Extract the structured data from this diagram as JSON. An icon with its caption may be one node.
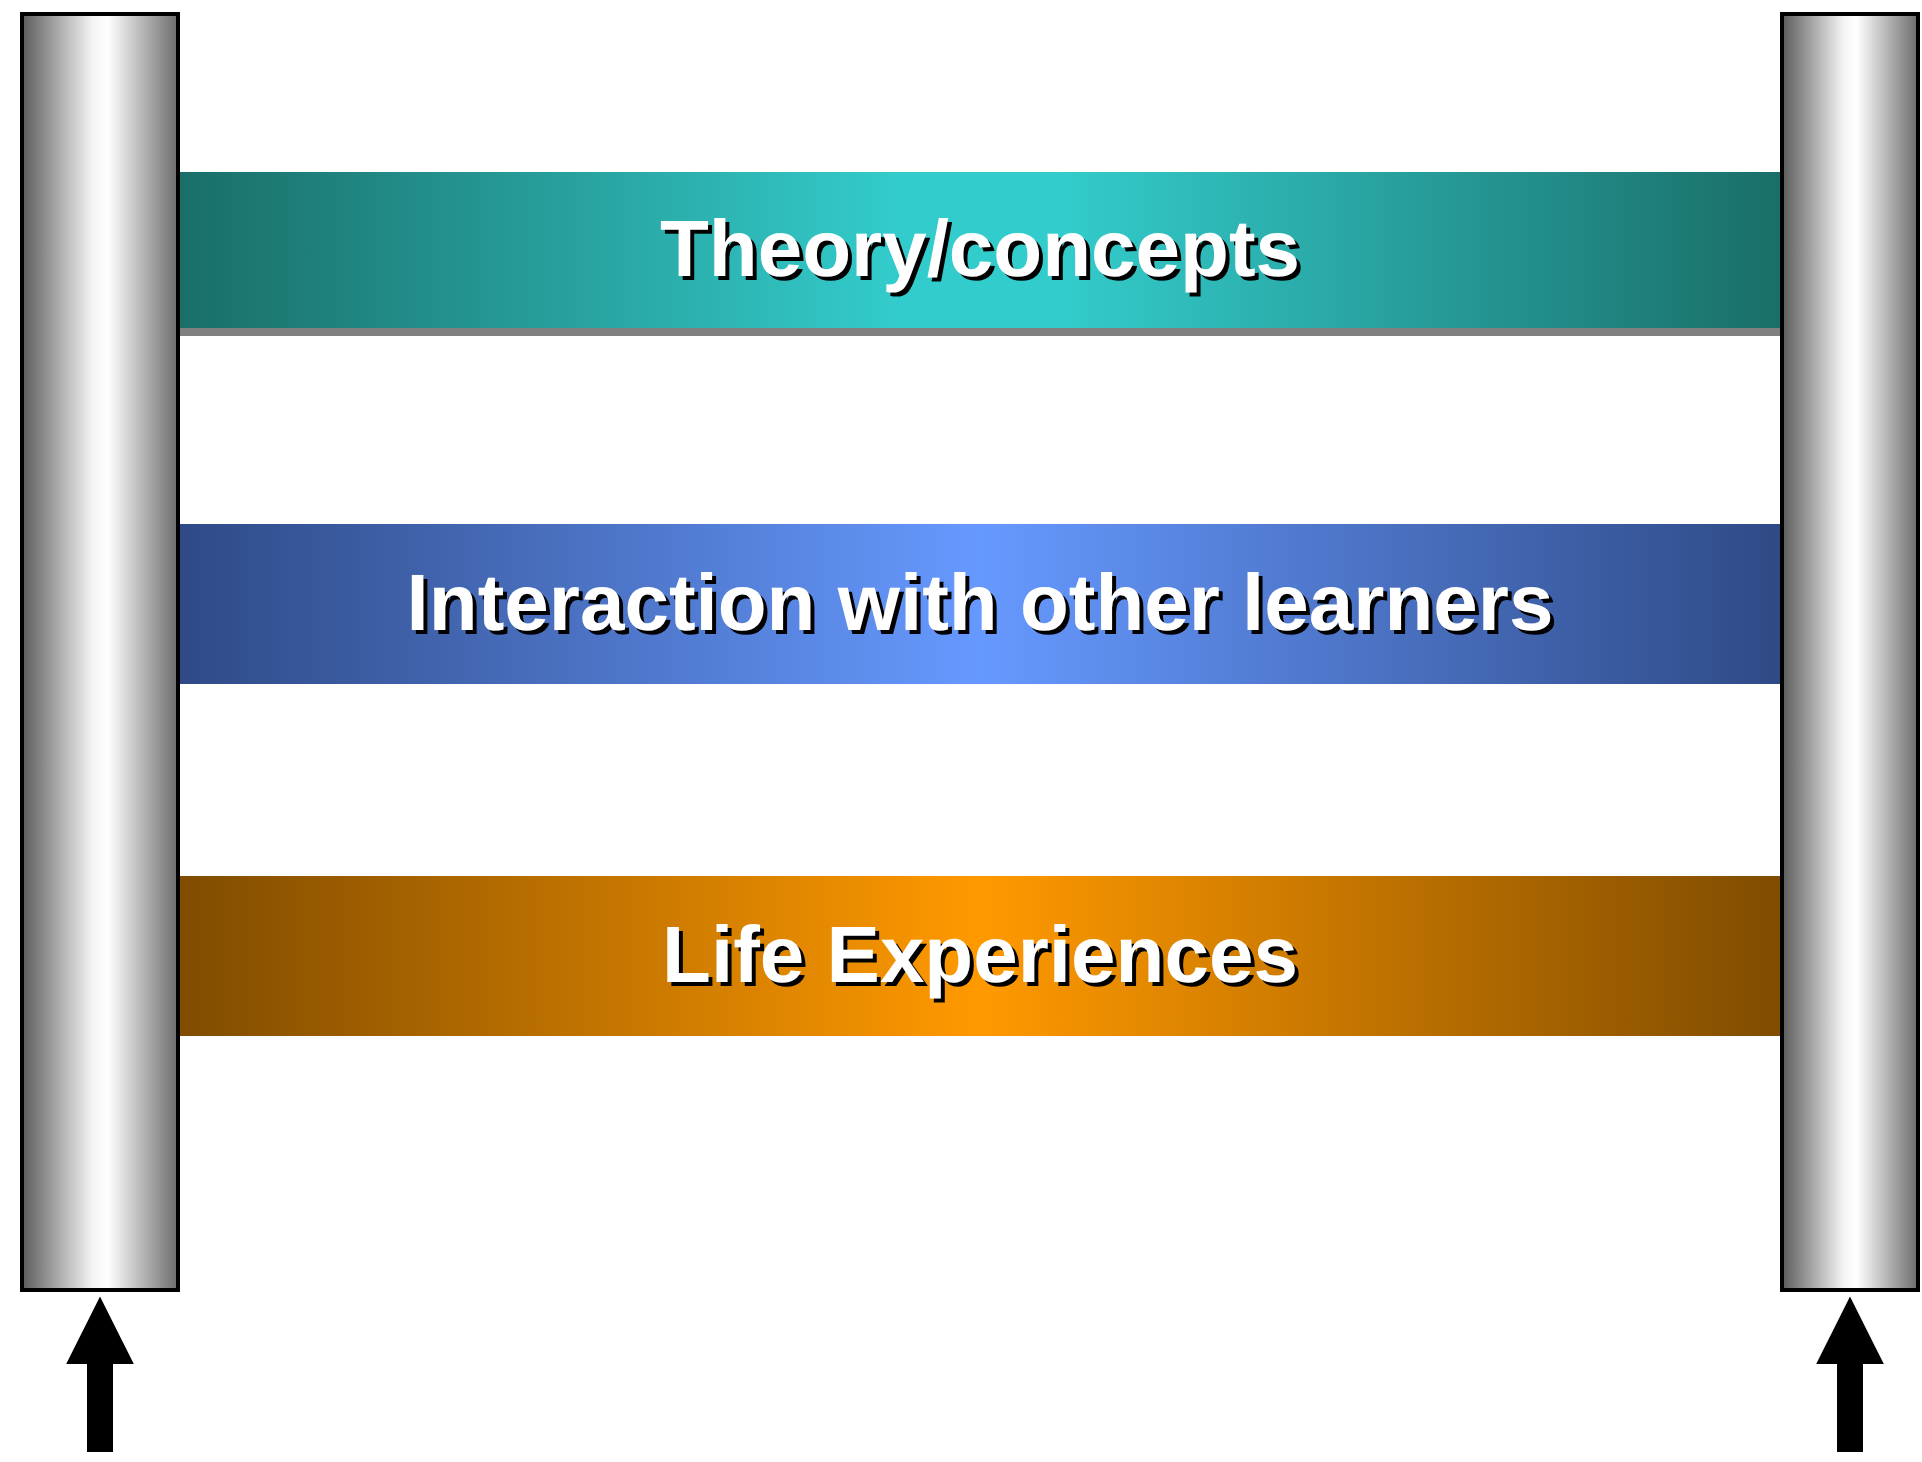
{
  "diagram": {
    "nodes": [
      {
        "text": [],
        "shape": "cylinder"
      },
      {
        "text": [],
        "shape": "cylinder"
      },
      {
        "text": [
          "Theory/concepts"
        ]
      },
      {
        "text": [
          "Interaction with other learners"
        ]
      },
      {
        "text": [
          "Life Experiences"
        ]
      }
    ],
    "edges": [
      {
        "from": null,
        "to": 0,
        "arrow": "to"
      },
      {
        "from": null,
        "to": 1,
        "arrow": "to"
      }
    ]
  }
}
